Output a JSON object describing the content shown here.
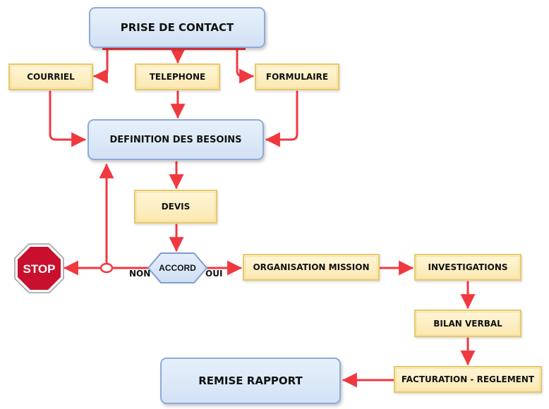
{
  "nodes": {
    "prise_de_contact": "PRISE DE CONTACT",
    "courriel": "COURRIEL",
    "telephone": "TELEPHONE",
    "formulaire": "FORMULAIRE",
    "definition_besoins": "DEFINITION DES BESOINS",
    "devis": "DEVIS",
    "accord": "ACCORD",
    "organisation_mission": "ORGANISATION MISSION",
    "investigations": "INVESTIGATIONS",
    "bilan_verbal": "BILAN VERBAL",
    "facturation_reglement": "FACTURATION - REGLEMENT",
    "remise_rapport": "REMISE RAPPORT",
    "stop": "STOP"
  },
  "edge_labels": {
    "non": "NON",
    "oui": "OUI"
  },
  "colors": {
    "arrow": "#f0383f",
    "blue_fill": "#dce8f8",
    "blue_border": "#8eaad8",
    "yellow_fill": "#fdefc4",
    "yellow_border": "#e6c86a",
    "stop_red": "#c8102e"
  }
}
